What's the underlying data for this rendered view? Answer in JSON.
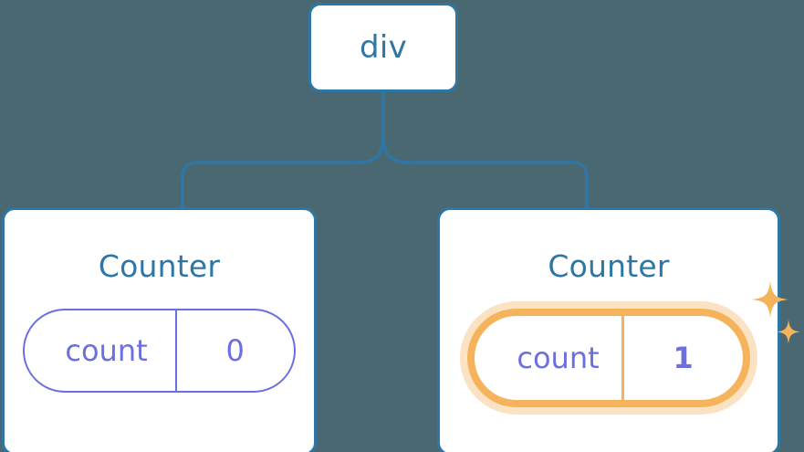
{
  "diagram": {
    "title": "React component tree with highlighted state update",
    "background_color": "#4a6872",
    "node_border_color": "#2e77a4",
    "node_text_color": "#2e77a4",
    "pill_color": "#6b6fe0",
    "highlight_color": "#f5b45b",
    "highlight_glow_color": "#f6bb6e"
  },
  "root": {
    "tag": "div"
  },
  "children": [
    {
      "name": "Counter",
      "state": {
        "key": "count",
        "value": "0"
      },
      "highlighted": false,
      "sparkle": false
    },
    {
      "name": "Counter",
      "state": {
        "key": "count",
        "value": "1"
      },
      "highlighted": true,
      "sparkle": true
    }
  ]
}
